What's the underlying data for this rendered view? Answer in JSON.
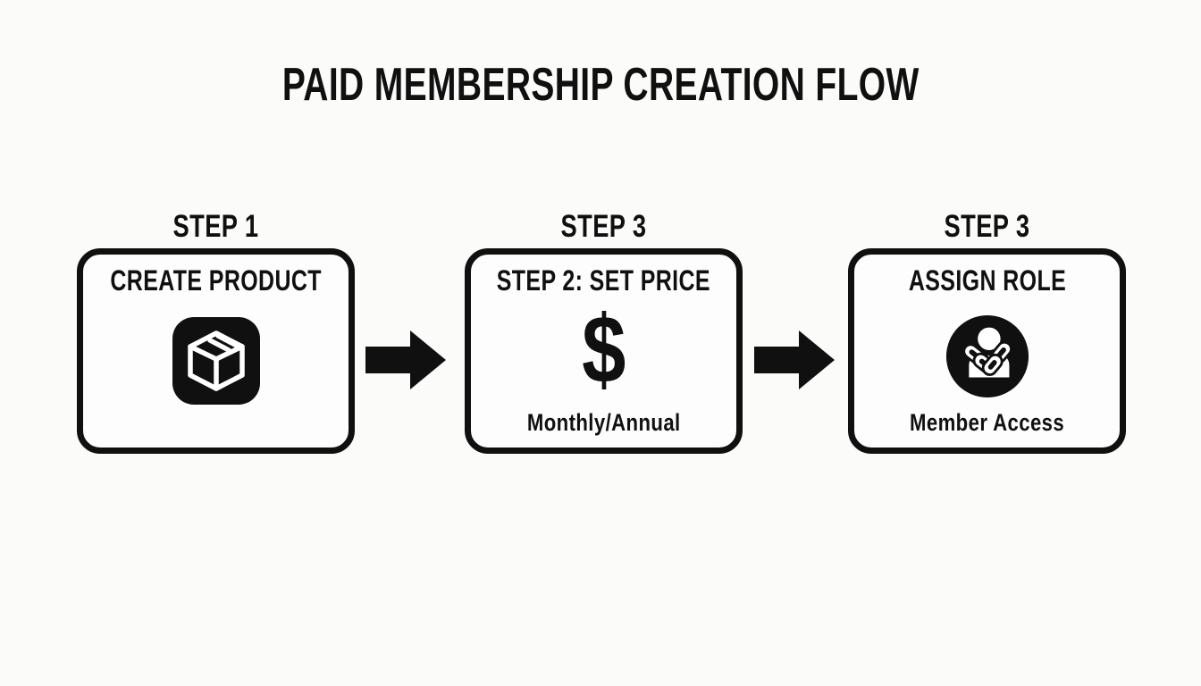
{
  "title": "PAID MEMBERSHIP CREATION FLOW",
  "colors": {
    "background": "#fbfbfa",
    "ink": "#101010",
    "icon_foreground": "#ffffff"
  },
  "steps": [
    {
      "label": "STEP 1",
      "heading": "CREATE PRODUCT",
      "icon": "package-box-icon",
      "caption": ""
    },
    {
      "label": "STEP 3",
      "heading": "STEP 2: SET PRICE",
      "icon": "dollar-sign-glyph",
      "glyph": "$",
      "caption": "Monthly/Annual"
    },
    {
      "label": "STEP 3",
      "heading": "ASSIGN ROLE",
      "icon": "member-chain-icon",
      "caption": "Member Access"
    }
  ],
  "connectors": [
    {
      "icon": "right-arrow-icon"
    },
    {
      "icon": "right-arrow-icon"
    }
  ]
}
